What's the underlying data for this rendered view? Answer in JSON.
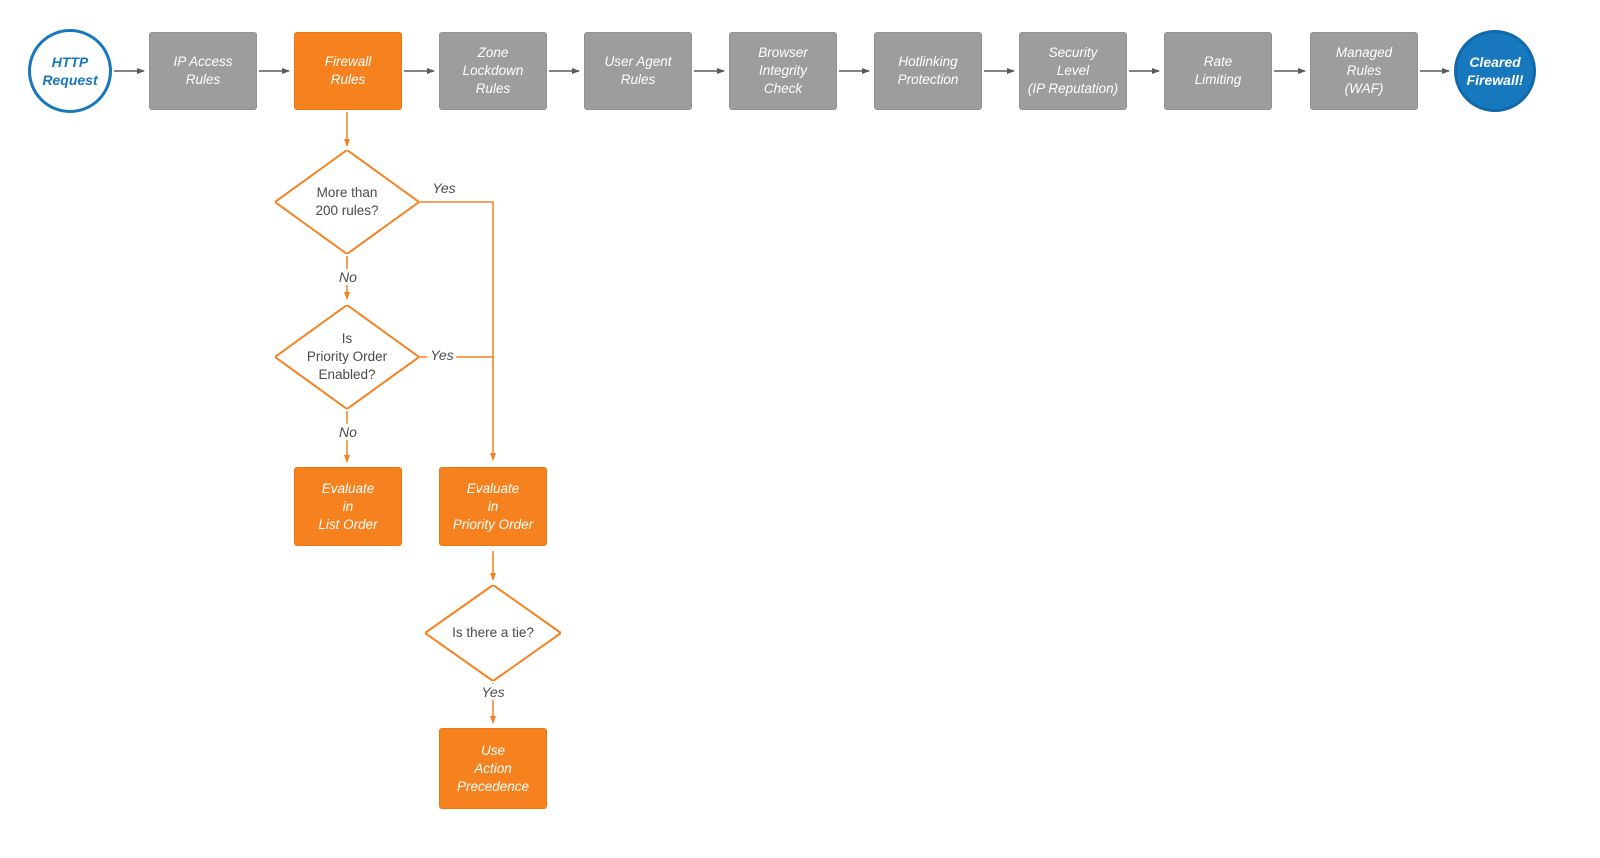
{
  "pipeline": {
    "start": "HTTP\nRequest",
    "steps": [
      "IP Access\nRules",
      "Firewall\nRules",
      "Zone\nLockdown\nRules",
      "User Agent\nRules",
      "Browser\nIntegrity\nCheck",
      "Hotlinking\nProtection",
      "Security\nLevel\n(IP Reputation)",
      "Rate\nLimiting",
      "Managed\nRules\n(WAF)"
    ],
    "end": "Cleared\nFirewall!"
  },
  "decisions": {
    "more_than_200": "More than\n200 rules?",
    "priority_enabled": "Is\nPriority Order\nEnabled?",
    "tie": "Is there a tie?"
  },
  "actions": {
    "list_order": "Evaluate\nin\nList Order",
    "priority_order": "Evaluate\nin\nPriority Order",
    "action_precedence": "Use\nAction\nPrecedence"
  },
  "branch_labels": {
    "d1_yes": "Yes",
    "d1_no": "No",
    "d2_yes": "Yes",
    "d2_no": "No",
    "d3_yes": "Yes"
  },
  "colors": {
    "step_gray": "#9D9D9D",
    "accent_orange": "#F6821F",
    "accent_blue": "#1878BE",
    "connector_gray": "#5B5B5B"
  }
}
